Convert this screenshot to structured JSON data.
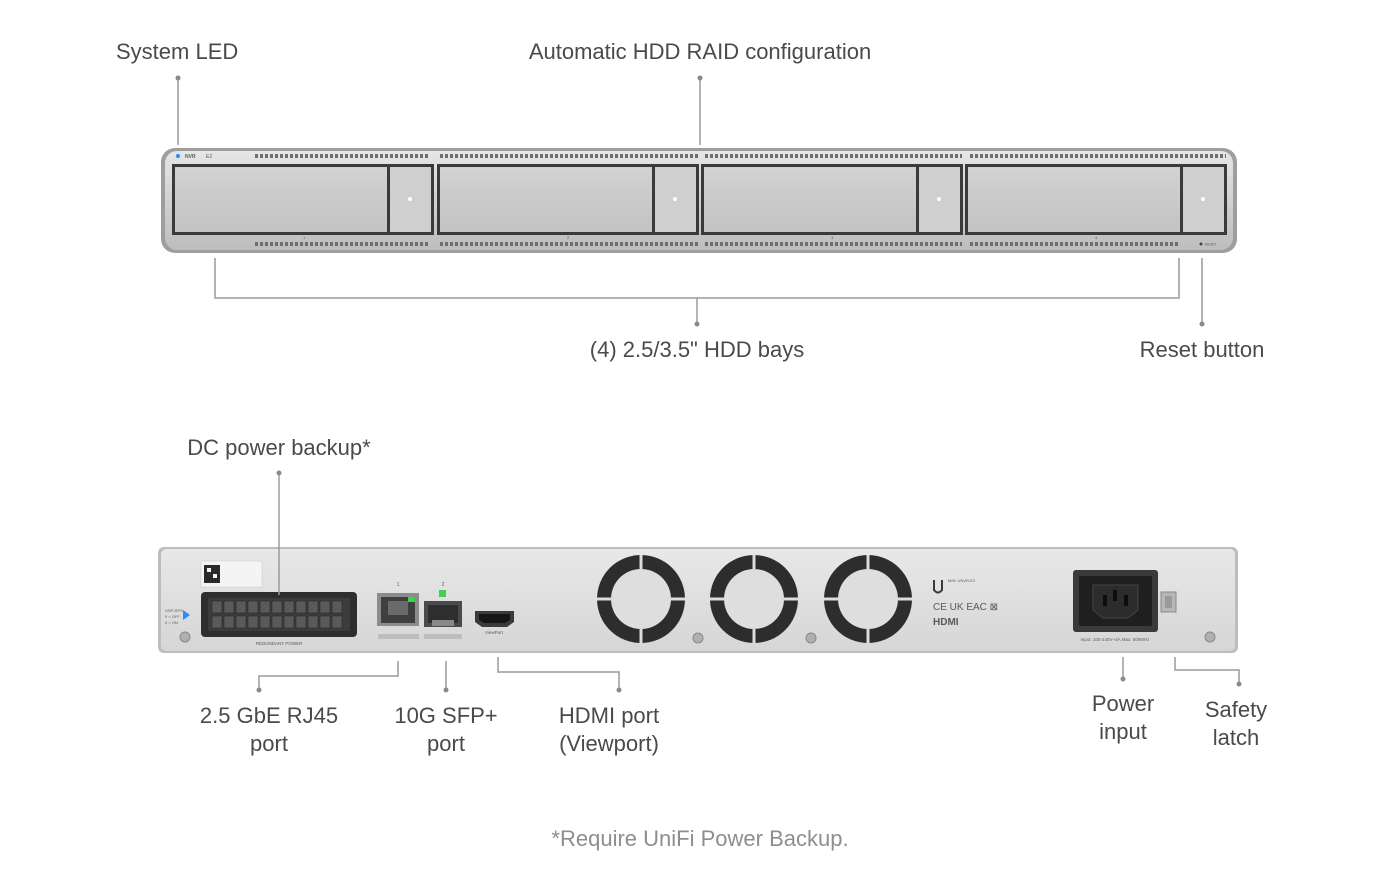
{
  "front_panel": {
    "callouts": {
      "system_led": "System LED",
      "raid": "Automatic HDD RAID configuration",
      "hdd_bays": "(4) 2.5/3.5\" HDD bays",
      "reset": "Reset button"
    },
    "brand_label": "NVR",
    "model_label": "E2",
    "bay_numbers": [
      "1",
      "2",
      "3",
      "4"
    ],
    "reset_label": "RESET"
  },
  "rear_panel": {
    "callouts": {
      "dc_backup": "DC power backup*",
      "rj45": "2.5 GbE RJ45\nport",
      "sfp": "10G SFP+\nport",
      "hdmi": "HDMI port\n(Viewport)",
      "power_input": "Power\ninput",
      "safety_latch": "Safety\nlatch"
    },
    "redundant_power_label": "REDUNDANT POWER",
    "port_numbers": [
      "1",
      "2"
    ],
    "viewport_label": "ViewPort",
    "input_rating": "Input: 100-240V~2A Max. 50/60Hz",
    "hdmi_logo": "HDMI",
    "model_text": "M/N: UNVR-E2",
    "switch_labels": [
      "USP-RPS",
      "0 = OFF",
      "0 = ON"
    ]
  },
  "footnote": "*Require UniFi Power Backup.",
  "colors": {
    "chassis": "#c9c9c9",
    "panel_face": "#dcdcdc",
    "led_blue": "#1e90ff",
    "port_green": "#3dd24a",
    "leader_line": "#9a9a9a"
  }
}
